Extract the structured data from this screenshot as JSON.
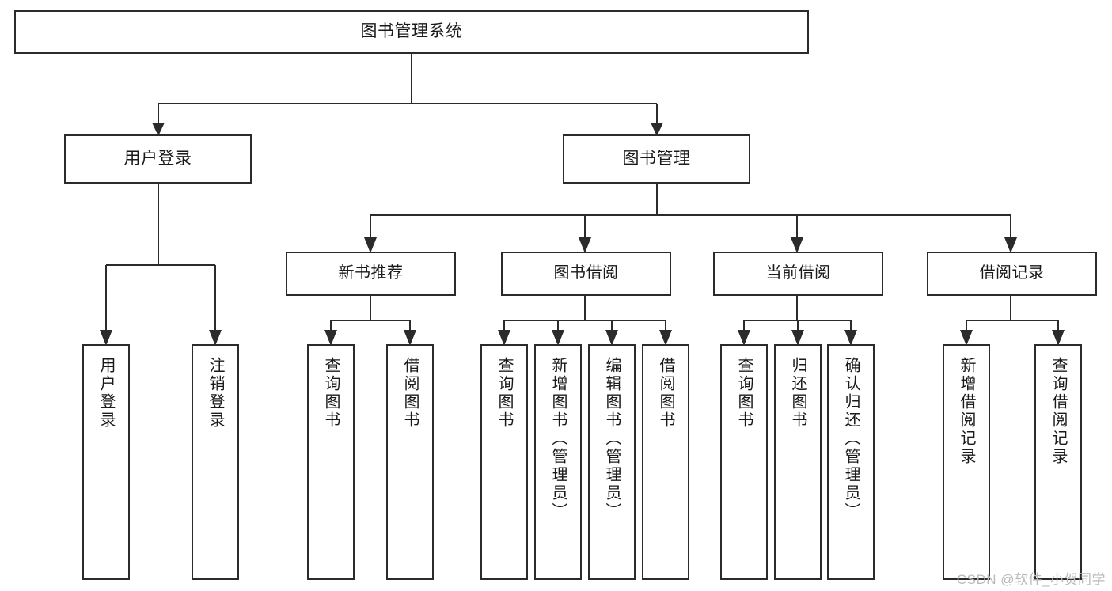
{
  "diagram": {
    "type": "tree",
    "title": "图书管理系统",
    "orientation": "top-down",
    "theme": {
      "background": "#ffffff",
      "box_border": "#2b2b2b",
      "box_fill": "#ffffff",
      "connector": "#2b2b2b",
      "text": "#1a1a1a",
      "watermark": "#b9b9b9"
    }
  },
  "nodes": {
    "root": {
      "label": "图书管理系统",
      "level": 1
    },
    "level2": [
      {
        "id": "user-login",
        "label": "用户登录",
        "level": 2
      },
      {
        "id": "book-management",
        "label": "图书管理",
        "level": 2
      }
    ],
    "level3": [
      {
        "id": "new-book-recommend",
        "label": "新书推荐",
        "level": 3
      },
      {
        "id": "book-borrow",
        "label": "图书借阅",
        "level": 3
      },
      {
        "id": "current-borrow",
        "label": "当前借阅",
        "level": 3
      },
      {
        "id": "borrow-record",
        "label": "借阅记录",
        "level": 3
      }
    ],
    "leaves": {
      "user-login": [
        {
          "id": "leaf-user-login",
          "label": "用户登录"
        },
        {
          "id": "leaf-user-logout",
          "label": "注销登录"
        }
      ],
      "new-book-recommend": [
        {
          "id": "leaf-query-book-1",
          "label": "查询图书"
        },
        {
          "id": "leaf-borrow-book-1",
          "label": "借阅图书"
        }
      ],
      "book-borrow": [
        {
          "id": "leaf-query-book-2",
          "label": "查询图书"
        },
        {
          "id": "leaf-add-book",
          "label": "新增图书（管理员）"
        },
        {
          "id": "leaf-edit-book",
          "label": "编辑图书（管理员）"
        },
        {
          "id": "leaf-borrow-book-2",
          "label": "借阅图书"
        }
      ],
      "current-borrow": [
        {
          "id": "leaf-query-book-3",
          "label": "查询图书"
        },
        {
          "id": "leaf-return-book",
          "label": "归还图书"
        },
        {
          "id": "leaf-confirm-return",
          "label": "确认归还（管理员）"
        }
      ],
      "borrow-record": [
        {
          "id": "leaf-add-record",
          "label": "新增借阅记录"
        },
        {
          "id": "leaf-query-record",
          "label": "查询借阅记录"
        }
      ]
    }
  },
  "watermark": {
    "text": "CSDN @软件_小贺同学"
  }
}
